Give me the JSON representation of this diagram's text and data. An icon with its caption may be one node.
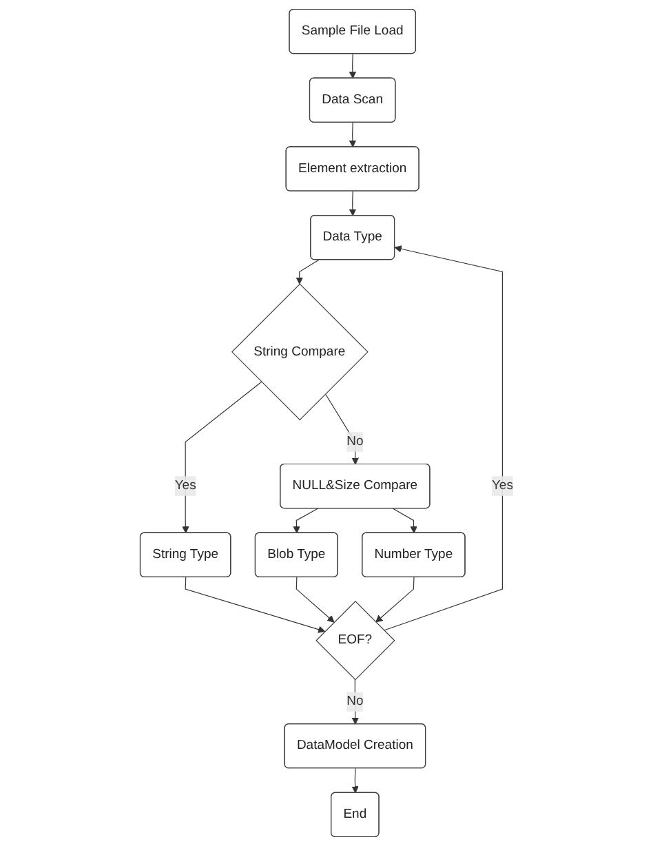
{
  "diagram": {
    "nodes": [
      {
        "text": [
          "Sample File Load"
        ]
      },
      {
        "text": [
          "Data Scan"
        ]
      },
      {
        "text": [
          "Element extraction"
        ]
      },
      {
        "text": [
          "Data Type"
        ]
      },
      {
        "text": [
          "String Compare"
        ]
      },
      {
        "text": [
          "NULL&Size Compare"
        ]
      },
      {
        "text": [
          "String Type"
        ]
      },
      {
        "text": [
          "Blob Type"
        ]
      },
      {
        "text": [
          "Number Type"
        ]
      },
      {
        "text": [
          "EOF?"
        ]
      },
      {
        "text": [
          "DataModel Creation"
        ]
      },
      {
        "text": [
          "End"
        ]
      }
    ],
    "edges": [
      {
        "from": 0,
        "to": 1,
        "arrow": "to"
      },
      {
        "from": 1,
        "to": 2,
        "arrow": "to"
      },
      {
        "from": 2,
        "to": 3,
        "arrow": "to"
      },
      {
        "from": 3,
        "to": 4,
        "arrow": "to"
      },
      {
        "from": 4,
        "to": 5,
        "label": "No",
        "arrow": "to"
      },
      {
        "from": 4,
        "to": 6,
        "label": "Yes",
        "arrow": "to"
      },
      {
        "from": 5,
        "to": 7,
        "arrow": "to"
      },
      {
        "from": 5,
        "to": 8,
        "arrow": "to"
      },
      {
        "from": 6,
        "to": 9,
        "arrow": "to"
      },
      {
        "from": 7,
        "to": 9,
        "arrow": "to"
      },
      {
        "from": 8,
        "to": 9,
        "arrow": "to"
      },
      {
        "from": 9,
        "to": 3,
        "label": "Yes",
        "arrow": "to"
      },
      {
        "from": 9,
        "to": 10,
        "label": "No",
        "arrow": "to"
      },
      {
        "from": 10,
        "to": 11,
        "arrow": "to"
      }
    ]
  }
}
